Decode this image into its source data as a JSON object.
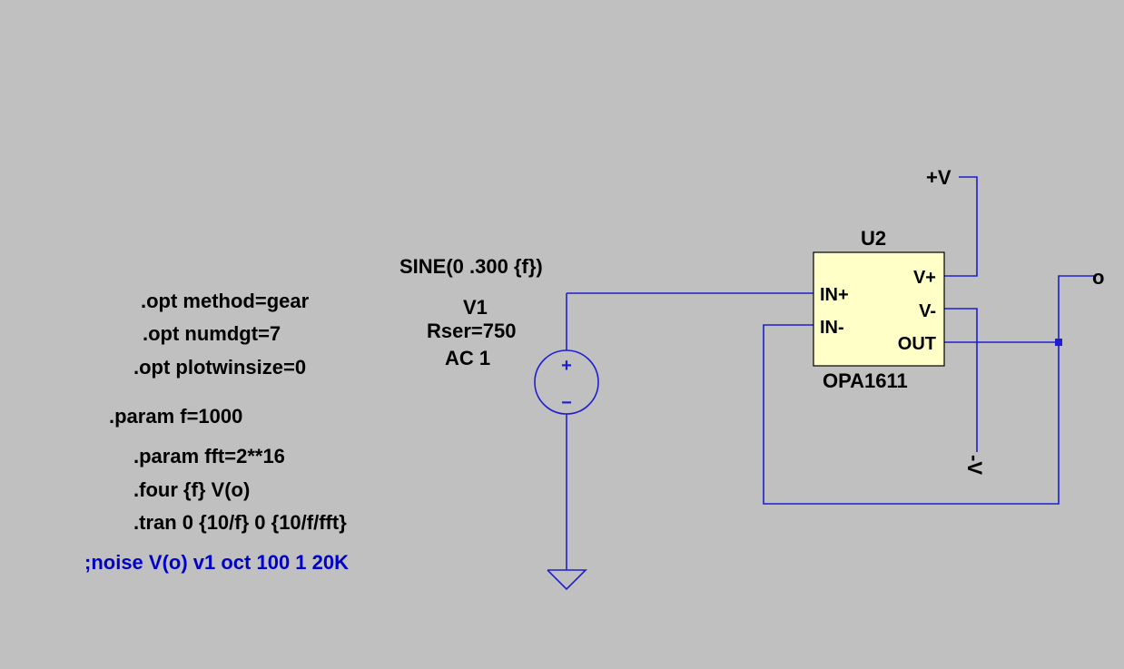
{
  "colors": {
    "background": "#c0c0c0",
    "wire": "#1f1fd0",
    "opamp_fill": "#ffffc8",
    "comment_text": "#0000c8"
  },
  "directives": [
    ".opt method=gear",
    ".opt numdgt=7",
    ".opt plotwinsize=0",
    ".param f=1000",
    ".param fft=2**16",
    ".four {f} V(o)",
    ".tran 0 {10/f} 0 {10/f/fft}"
  ],
  "comment": ";noise V(o) v1 oct 100 1 20K",
  "source": {
    "value": "SINE(0 .300 {f})",
    "name": "V1",
    "rser": "Rser=750",
    "ac": "AC 1",
    "plus": "+",
    "minus": "−"
  },
  "opamp": {
    "ref": "U2",
    "model": "OPA1611",
    "pins": {
      "in_plus": "IN+",
      "in_minus": "IN-",
      "v_plus": "V+",
      "v_minus": "V-",
      "out": "OUT"
    }
  },
  "net_labels": {
    "positive_supply": "+V",
    "negative_supply": "-V",
    "output": "o"
  },
  "icons": [
    "voltage-source-icon",
    "ground-icon",
    "opamp-icon"
  ]
}
